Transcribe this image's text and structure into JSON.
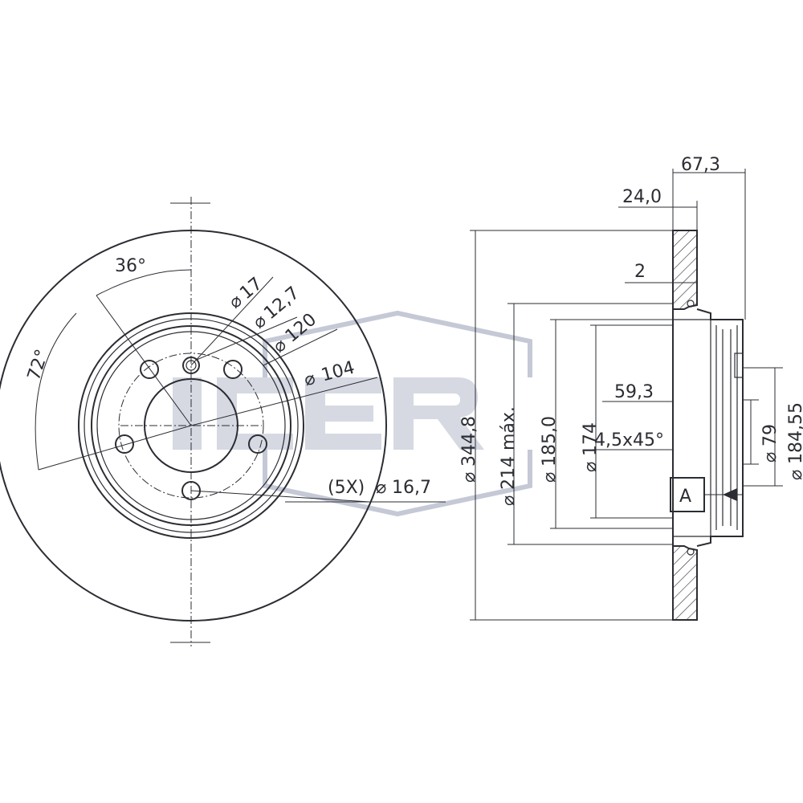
{
  "watermark": {
    "brand": "ICER",
    "color": "#c5c9d6"
  },
  "line_color": "#2b2d33",
  "front_view": {
    "angle_36": "36°",
    "angle_72": "72°",
    "dia_17": "17",
    "dia_12_7": "12,7",
    "dia_120": "120",
    "dia_104": "104",
    "holes": "(5X)",
    "dia_16_7": "16,7",
    "dia_symbol": "⌀"
  },
  "side_view": {
    "dim_67_3": "67,3",
    "dim_24_0": "24,0",
    "dim_2": "2",
    "dia_344_8": "344,8",
    "dia_214": "214 máx.",
    "dia_185_0": "185,0",
    "dia_174": "174",
    "dim_59_3": "59,3",
    "chamfer": "4,5x45°",
    "dia_79": "79",
    "dia_184_55": "184,55",
    "datum": "A",
    "dia_symbol": "⌀"
  }
}
